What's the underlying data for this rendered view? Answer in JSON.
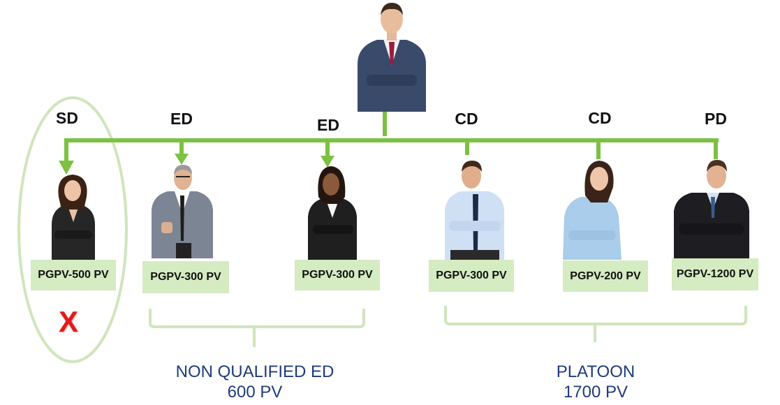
{
  "top_person": {
    "icon": "businessman-arms-crossed-icon"
  },
  "members": [
    {
      "rank": "SD",
      "pv": "PGPV-500 PV",
      "icon": "businesswoman-icon"
    },
    {
      "rank": "ED",
      "pv": "PGPV-300 PV",
      "icon": "businessman-thumbs-up-icon"
    },
    {
      "rank": "ED",
      "pv": "PGPV-300 PV",
      "icon": "businesswoman-icon"
    },
    {
      "rank": "CD",
      "pv": "PGPV-300 PV",
      "icon": "businessman-tie-icon"
    },
    {
      "rank": "CD",
      "pv": "PGPV-200 PV",
      "icon": "businesswoman-icon"
    },
    {
      "rank": "PD",
      "pv": "PGPV-1200 PV",
      "icon": "businessman-suit-icon"
    }
  ],
  "disqualified_mark": "X",
  "groups": [
    {
      "line1": "NON QUALIFIED ED",
      "line2": "600 PV"
    },
    {
      "line1": "PLATOON",
      "line2": "1700 PV"
    }
  ],
  "colors": {
    "connector": "#7cc142",
    "pv_box": "#d5ebc2",
    "bracket": "#cfe5bb",
    "label_text": "#1f3b7a",
    "x_mark": "#e21a1a"
  }
}
